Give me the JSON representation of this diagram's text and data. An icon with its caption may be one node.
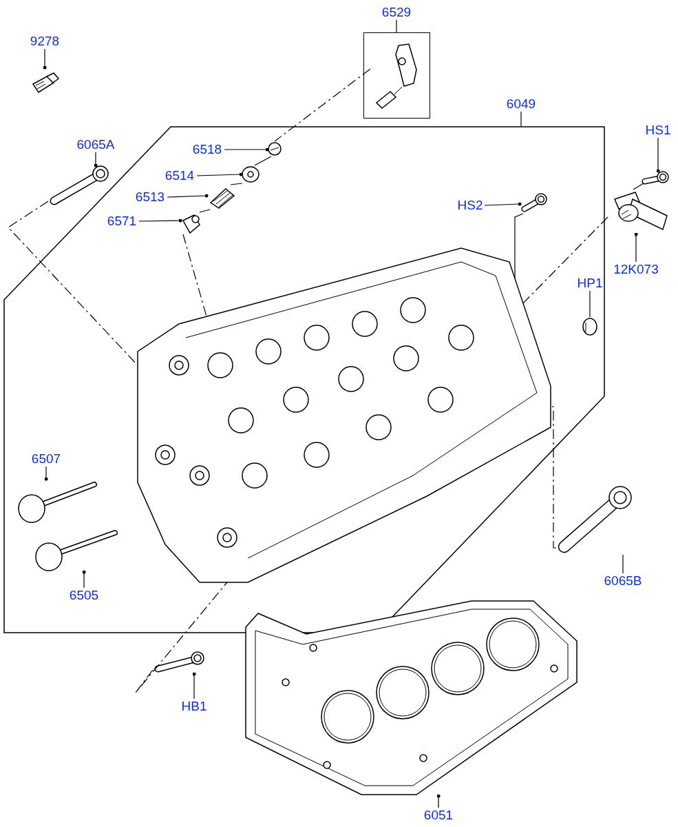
{
  "diagram": {
    "nodes": [
      {
        "text": [
          "9278"
        ]
      },
      {
        "text": [],
        "shape": "picture"
      },
      {
        "text": [
          "6529"
        ]
      },
      {
        "text": [],
        "shape": "box"
      },
      {
        "text": [],
        "shape": "picture",
        "in": 3
      },
      {
        "text": [
          "6049"
        ]
      },
      {
        "text": [],
        "shape": "box"
      },
      {
        "text": [
          "6065A"
        ]
      },
      {
        "text": [],
        "shape": "picture"
      },
      {
        "text": [
          "6518"
        ],
        "in": 6
      },
      {
        "text": [],
        "shape": "picture",
        "in": 6
      },
      {
        "text": [
          "6514"
        ],
        "in": 6
      },
      {
        "text": [],
        "shape": "picture",
        "in": 6
      },
      {
        "text": [
          "6513"
        ],
        "in": 6
      },
      {
        "text": [],
        "shape": "picture",
        "in": 6
      },
      {
        "text": [
          "6571"
        ],
        "in": 6
      },
      {
        "text": [],
        "shape": "picture",
        "in": 6
      },
      {
        "text": [
          "HS2"
        ],
        "in": 6
      },
      {
        "text": [],
        "shape": "picture",
        "in": 6
      },
      {
        "text": [
          "HS1"
        ]
      },
      {
        "text": [],
        "shape": "picture"
      },
      {
        "text": [
          "12K073"
        ]
      },
      {
        "text": [],
        "shape": "picture"
      },
      {
        "text": [
          "HP1"
        ],
        "in": 6
      },
      {
        "text": [],
        "shape": "picture",
        "in": 6
      },
      {
        "text": [],
        "shape": "picture",
        "in": 6
      },
      {
        "text": [
          "6507"
        ],
        "in": 6
      },
      {
        "text": [],
        "shape": "picture",
        "in": 6
      },
      {
        "text": [
          "6505"
        ],
        "in": 6
      },
      {
        "text": [],
        "shape": "picture",
        "in": 6
      },
      {
        "text": [
          "6065B"
        ]
      },
      {
        "text": [],
        "shape": "picture"
      },
      {
        "text": [
          "HB1"
        ]
      },
      {
        "text": [],
        "shape": "picture"
      },
      {
        "text": [],
        "shape": "picture"
      },
      {
        "text": [
          "6051"
        ]
      }
    ],
    "edges": [
      {
        "from": 0,
        "to": 1,
        "arrow": "other"
      },
      {
        "from": 2,
        "to": 3,
        "arrow": "none"
      },
      {
        "from": 5,
        "to": 6,
        "arrow": "none"
      },
      {
        "from": 7,
        "to": 8,
        "arrow": "other"
      },
      {
        "from": 9,
        "to": 10,
        "arrow": "other"
      },
      {
        "from": 11,
        "to": 12,
        "arrow": "other"
      },
      {
        "from": 13,
        "to": 14,
        "arrow": "other"
      },
      {
        "from": 15,
        "to": 16,
        "arrow": "other"
      },
      {
        "from": 17,
        "to": 18,
        "arrow": "other"
      },
      {
        "from": 19,
        "to": 20,
        "arrow": "other"
      },
      {
        "from": 21,
        "to": 22,
        "arrow": "other"
      },
      {
        "from": 23,
        "to": 24,
        "arrow": "none"
      },
      {
        "from": 26,
        "to": 27,
        "arrow": "other"
      },
      {
        "from": 28,
        "to": 29,
        "arrow": "other"
      },
      {
        "from": 30,
        "to": 31,
        "arrow": "none"
      },
      {
        "from": 32,
        "to": 33,
        "arrow": "other"
      },
      {
        "from": 35,
        "to": 34,
        "arrow": "other"
      },
      {
        "from": 4,
        "to": 10,
        "arrow": "none",
        "style": "dashed"
      },
      {
        "from": 10,
        "to": 12,
        "arrow": "none"
      },
      {
        "from": 12,
        "to": 14,
        "arrow": "none"
      },
      {
        "from": 14,
        "to": 16,
        "arrow": "none"
      },
      {
        "from": 16,
        "to": 25,
        "arrow": "none",
        "style": "dashed"
      },
      {
        "from": 8,
        "to": 25,
        "arrow": "none",
        "style": "dashed"
      },
      {
        "from": 18,
        "to": 25,
        "arrow": "none"
      },
      {
        "from": 22,
        "to": 25,
        "arrow": "none",
        "style": "dashed"
      },
      {
        "from": 20,
        "to": 22,
        "arrow": "none"
      },
      {
        "from": 31,
        "to": 25,
        "arrow": "none",
        "style": "dashed"
      },
      {
        "from": 33,
        "to": 25,
        "arrow": "none",
        "style": "dashed"
      }
    ]
  }
}
